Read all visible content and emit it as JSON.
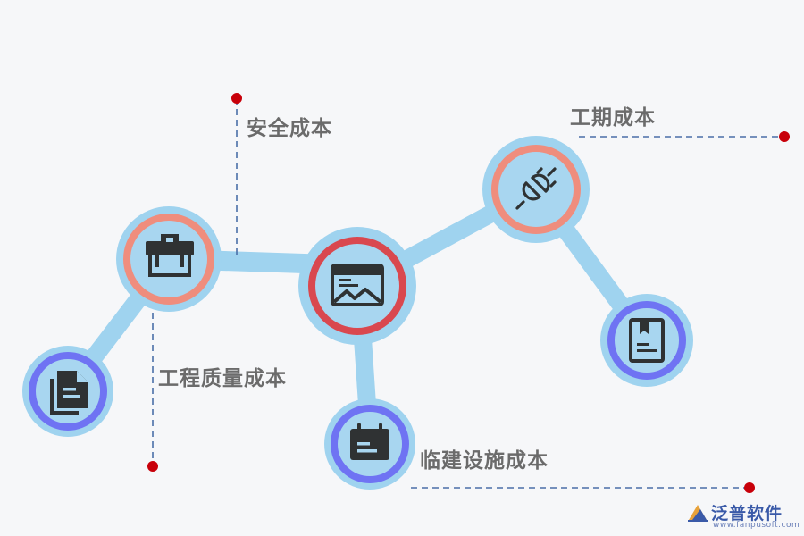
{
  "labels": {
    "anquan": "安全成本",
    "gongqi": "工期成本",
    "zhiliang": "工程质量成本",
    "linjian": "临建设施成本"
  },
  "logo": {
    "name": "泛普软件",
    "url": "www.fanpusoft.com"
  },
  "colors": {
    "connector": "#9fd3ef",
    "halo": "#9fd3ef",
    "ring_salmon": "#ef8d7d",
    "ring_red": "#d9484f",
    "ring_blue": "#6f73f3",
    "inner": "#a8d6f0",
    "icon": "#2f3233",
    "marker": "#c8000a",
    "dash": "#4a6fa8",
    "label": "#6b6b6b"
  }
}
